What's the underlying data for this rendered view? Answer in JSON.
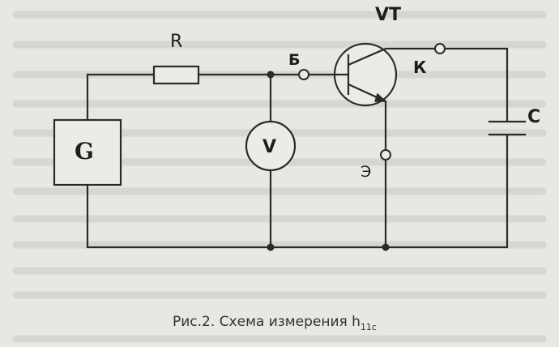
{
  "caption": {
    "prefix": "Рис.2.",
    "text": "Схема  измерения  h",
    "subscript": "11с"
  },
  "labels": {
    "resistor": "R",
    "generator": "G",
    "voltmeter": "V",
    "transistor": "VT",
    "base": "Б",
    "collector": "К",
    "emitter": "Э",
    "capacitor": "С"
  },
  "colors": {
    "paper": "#e9e7e2",
    "ink": "#2a2a2a"
  }
}
